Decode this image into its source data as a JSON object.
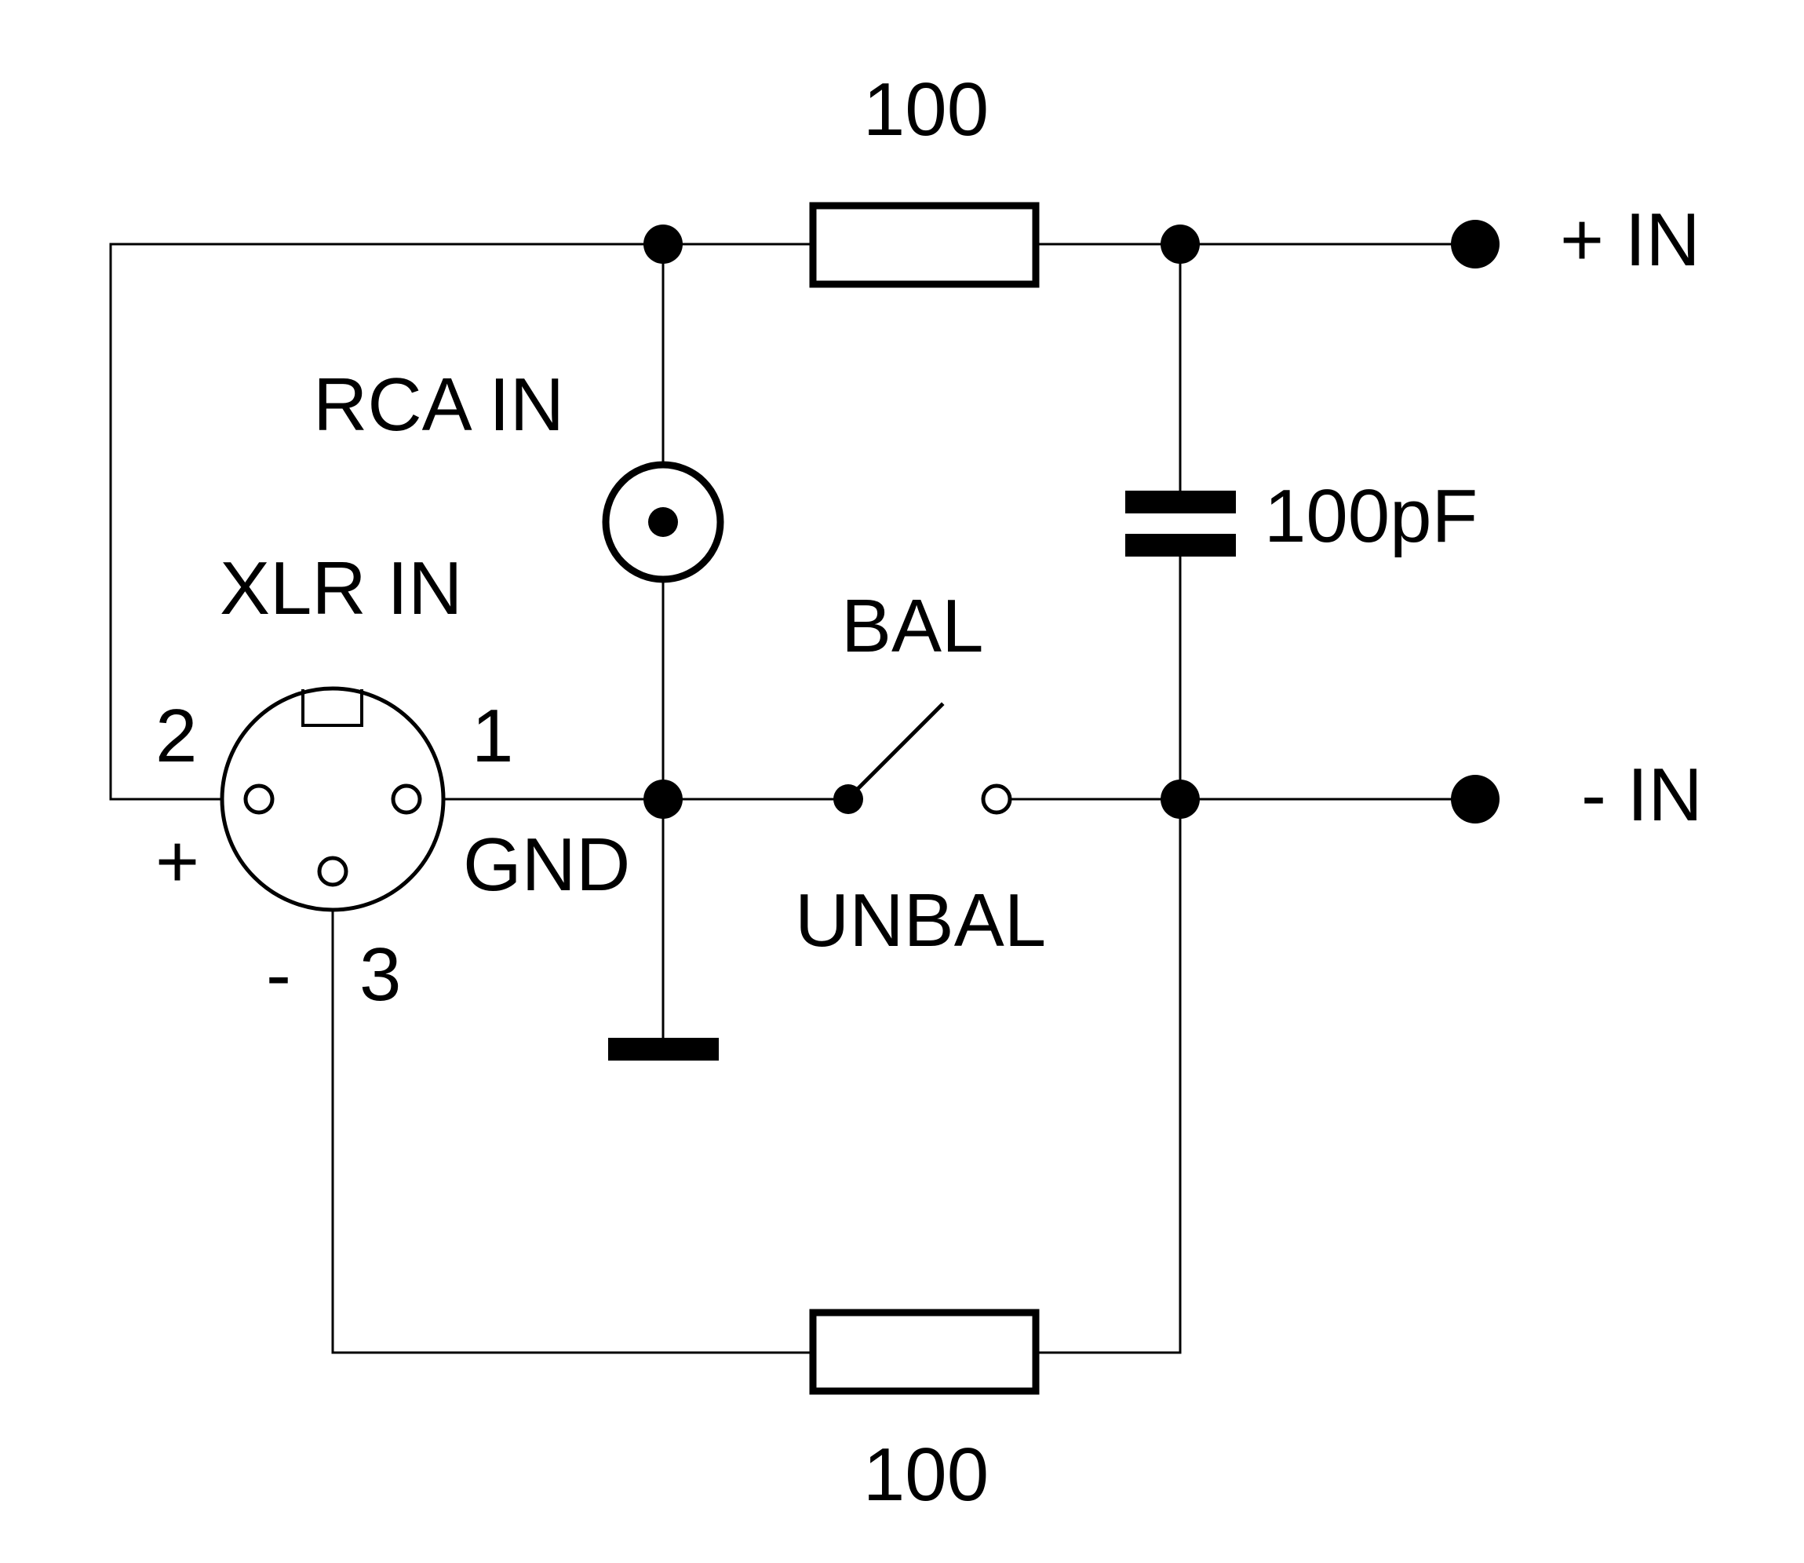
{
  "labels": {
    "r_top": "100",
    "r_bottom": "100",
    "cap": "100pF",
    "rca": "RCA IN",
    "xlr": "XLR IN",
    "pin2": "2",
    "pin1": "1",
    "plus": "+",
    "gnd": "GND",
    "minus": "-",
    "pin3": "3",
    "bal": "BAL",
    "unbal": "UNBAL",
    "plus_in": "+ IN",
    "minus_in": "- IN"
  }
}
